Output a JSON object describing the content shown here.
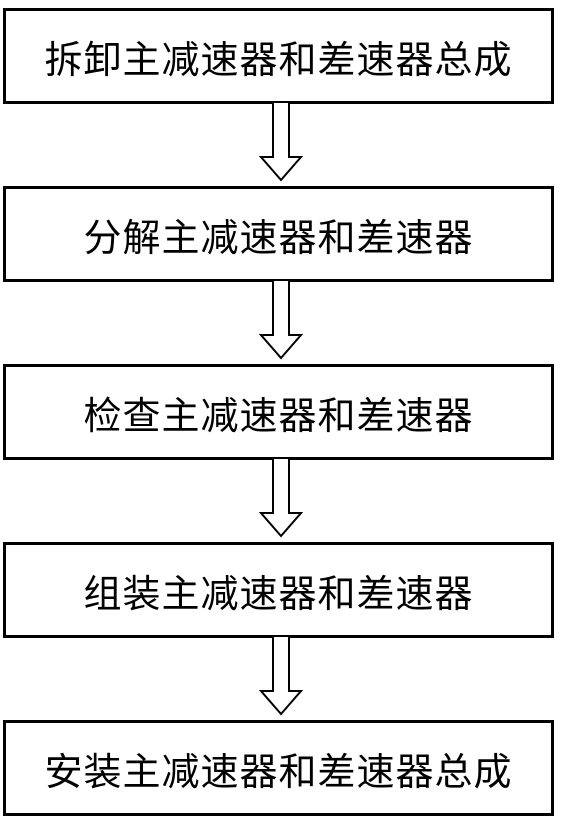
{
  "steps": [
    {
      "label": "拆卸主减速器和差速器总成"
    },
    {
      "label": "分解主减速器和差速器"
    },
    {
      "label": "检查主减速器和差速器"
    },
    {
      "label": "组装主减速器和差速器"
    },
    {
      "label": "安装主减速器和差速器总成"
    }
  ]
}
